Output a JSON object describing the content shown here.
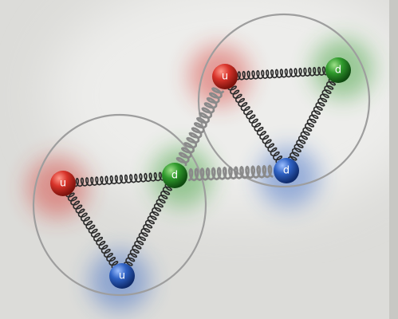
{
  "proton": {
    "quarks": [
      {
        "label": "u",
        "color": "red"
      },
      {
        "label": "d",
        "color": "green"
      },
      {
        "label": "u",
        "color": "blue"
      }
    ]
  },
  "neutron": {
    "quarks": [
      {
        "label": "u",
        "color": "red"
      },
      {
        "label": "d",
        "color": "green"
      },
      {
        "label": "d",
        "color": "blue"
      }
    ]
  },
  "colors": {
    "red": "#d8332a",
    "green": "#2f9a2c",
    "blue": "#2f62c4",
    "background": "#dcdcd9",
    "ring": "#9e9e9e",
    "spring": "#2b2b2b"
  }
}
